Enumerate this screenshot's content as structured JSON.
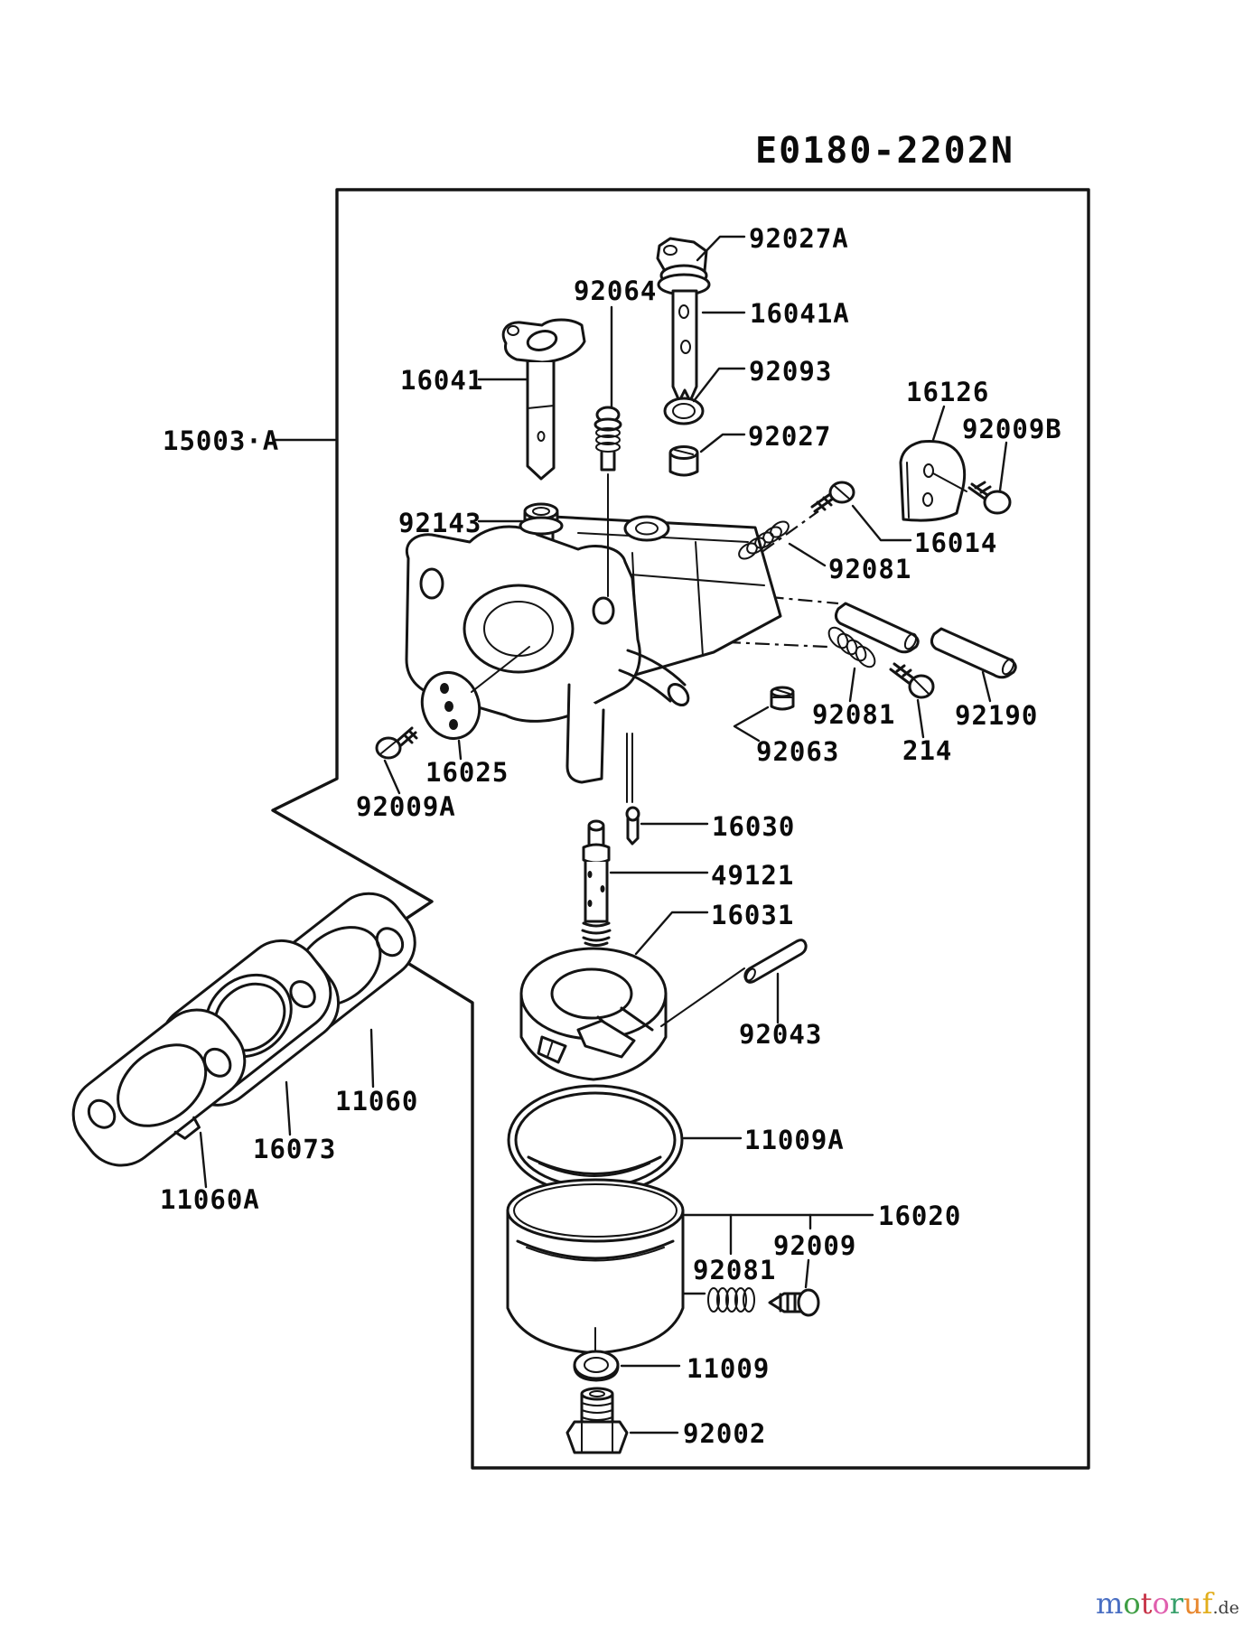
{
  "drawing": {
    "number": "E0180-2202N",
    "assembly": "15003·A"
  },
  "labels": {
    "p92027A": "92027A",
    "p16041A": "16041A",
    "p92064": "92064",
    "p16041": "16041",
    "p92093": "92093",
    "p16126": "16126",
    "p92009B": "92009B",
    "p92027": "92027",
    "p16014": "16014",
    "p92081_top": "92081",
    "p92143": "92143",
    "p92081_mid": "92081",
    "p92063": "92063",
    "p214": "214",
    "p92190": "92190",
    "p16025": "16025",
    "p92009A": "92009A",
    "p16030": "16030",
    "p49121": "49121",
    "p16031": "16031",
    "p92043": "92043",
    "p11060": "11060",
    "p16073": "16073",
    "p11060A": "11060A",
    "p11009A": "11009A",
    "p16020": "16020",
    "p92009": "92009",
    "p92081_bot": "92081",
    "p11009": "11009",
    "p92002": "92002"
  },
  "watermark": {
    "letters": [
      {
        "ch": "m",
        "color": "#4a6fc3"
      },
      {
        "ch": "o",
        "color": "#3f9e44"
      },
      {
        "ch": "t",
        "color": "#c8364a"
      },
      {
        "ch": "o",
        "color": "#e05fae"
      },
      {
        "ch": "r",
        "color": "#37a06b"
      },
      {
        "ch": "u",
        "color": "#e8872e"
      },
      {
        "ch": "f",
        "color": "#e2ae1c"
      }
    ],
    "tld": ".de"
  }
}
